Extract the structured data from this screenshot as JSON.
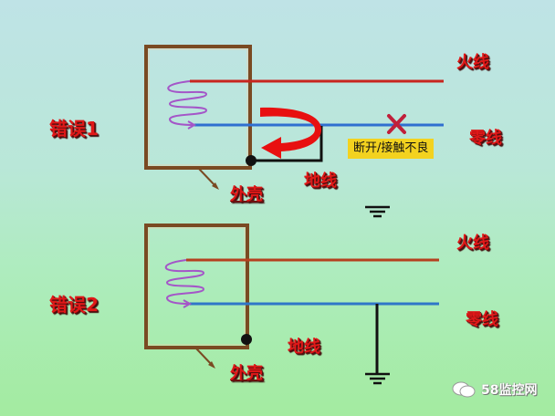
{
  "diagram": {
    "colors": {
      "live_wire": "#c8251f",
      "neutral_wire": "#2f6fd0",
      "casing": "#7a4a22",
      "coil": "#a456c8",
      "ground": "#111111",
      "arrow": "#e81010",
      "label": "#e01818",
      "note_bg": "#f3d21f"
    },
    "error1": {
      "title": "错误1",
      "live_label": "火线",
      "neutral_label": "零线",
      "ground_label": "地线",
      "casing_label": "外壳",
      "fault_note": "断开/接触不良",
      "fault_mark": "✕"
    },
    "error2": {
      "title": "错误2",
      "live_label": "火线",
      "neutral_label": "零线",
      "ground_label": "地线",
      "casing_label": "外壳"
    },
    "watermark": "58监控网"
  }
}
